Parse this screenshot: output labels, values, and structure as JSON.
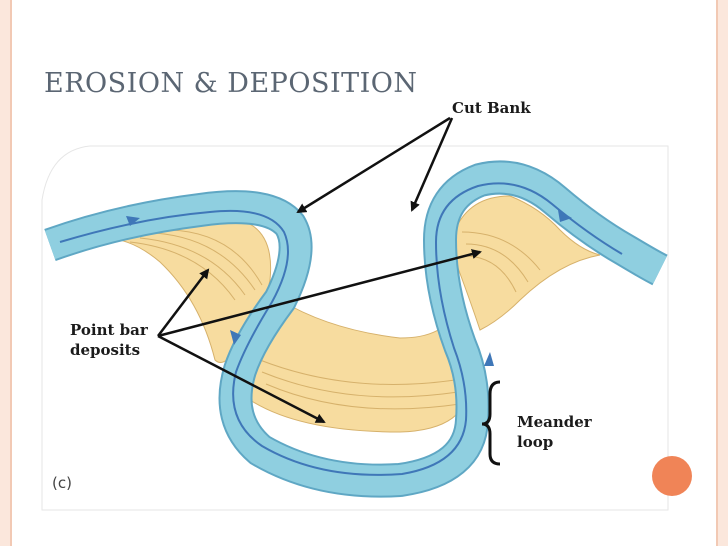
{
  "slide": {
    "title": "EROSION & DEPOSITION",
    "panel_letter": "(c)"
  },
  "labels": {
    "cut_bank": "Cut Bank",
    "point_bar_line1": "Point bar",
    "point_bar_line2": "deposits",
    "meander_line1": "Meander",
    "meander_line2": "loop"
  },
  "colors": {
    "river_water": "#8fcfe0",
    "river_edge": "#5fa7c4",
    "flow_arrow": "#3f77b8",
    "point_bar": "#f7dc9f",
    "point_bar_lines": "#d6b16b",
    "accent_dot": "#f08457",
    "margin": "#fbe7dc"
  }
}
